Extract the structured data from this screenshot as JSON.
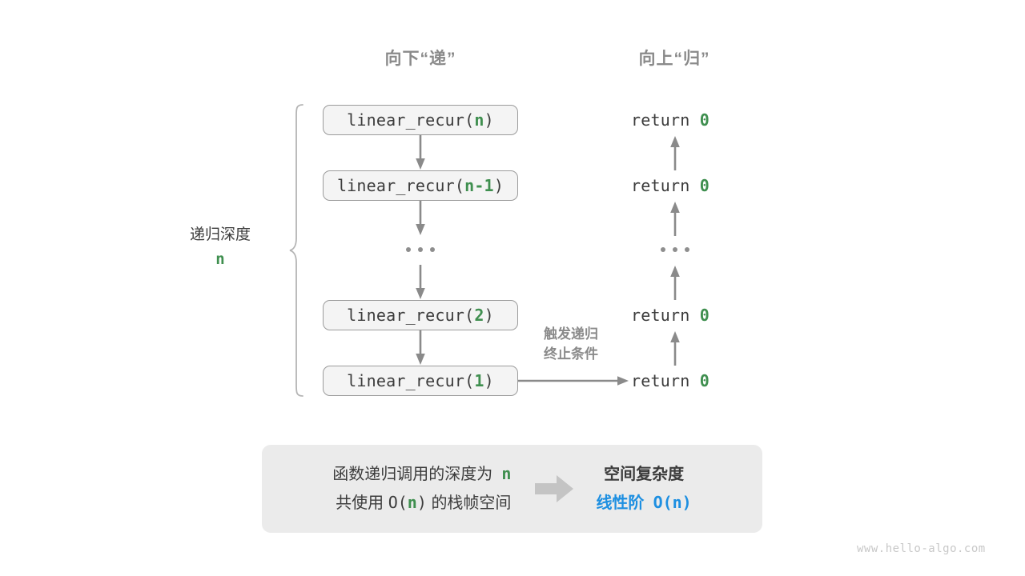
{
  "headers": {
    "down": "向下“递”",
    "up": "向上“归”"
  },
  "brace": {
    "label_line1": "递归深度",
    "label_line2": "n"
  },
  "call_stack": [
    {
      "prefix": "linear_recur(",
      "arg": "n",
      "suffix": ")"
    },
    {
      "prefix": "linear_recur(",
      "arg": "n-1",
      "suffix": ")"
    },
    {
      "ellipsis": "..."
    },
    {
      "prefix": "linear_recur(",
      "arg": "2",
      "suffix": ")"
    },
    {
      "prefix": "linear_recur(",
      "arg": "1",
      "suffix": ")"
    }
  ],
  "returns": [
    {
      "keyword": "return",
      "value": "0"
    },
    {
      "keyword": "return",
      "value": "0"
    },
    {
      "ellipsis": "..."
    },
    {
      "keyword": "return",
      "value": "0"
    },
    {
      "keyword": "return",
      "value": "0"
    }
  ],
  "terminate_note": {
    "line1": "触发递归",
    "line2": "终止条件"
  },
  "summary": {
    "left_line1_a": "函数递归调用的深度为",
    "left_line1_n": "n",
    "left_line2_a": "共使用",
    "left_line2_b": "O(",
    "left_line2_n": "n",
    "left_line2_c": ")",
    "left_line2_d": "的栈帧空间",
    "arrow_icon": "thick-right-arrow-icon",
    "right_title": "空间复杂度",
    "right_value_a": "线性阶",
    "right_value_b": "O(n)"
  },
  "watermark": "www.hello-algo.com",
  "colors": {
    "green": "#3f8f4f",
    "blue": "#1d8fe1",
    "gray_arrow": "#8a8a8a",
    "box_fill": "#f4f4f4",
    "box_border": "#9b9b9b",
    "panel_bg": "#ebebeb",
    "text": "#3c3c3c"
  }
}
